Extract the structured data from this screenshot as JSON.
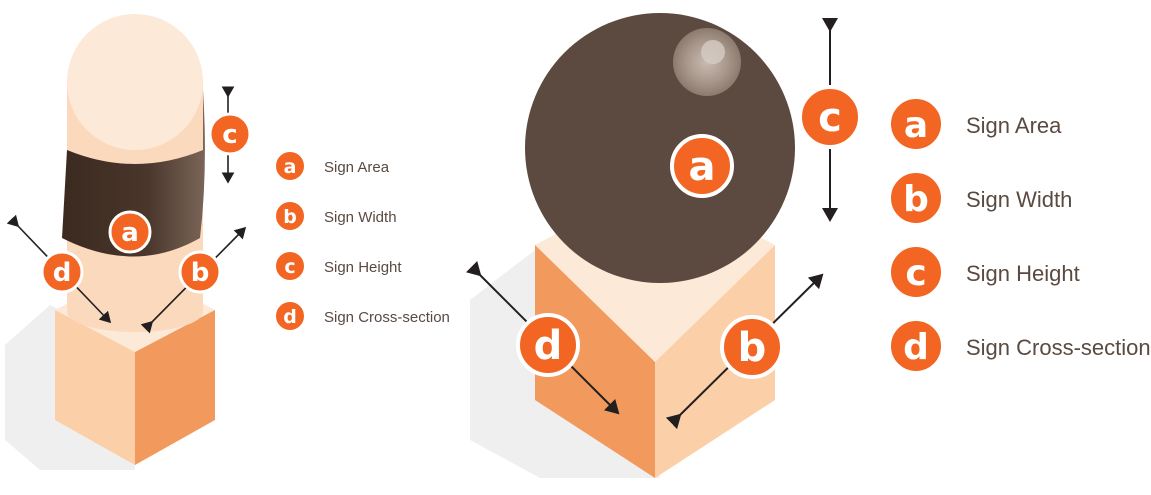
{
  "colors": {
    "badge_ring": "#f26522",
    "badge_fill": "#f26522",
    "badge_text": "#ffffff",
    "sign_dark": "#5c4a41",
    "post_light": "#fde9d8",
    "post_mid": "#fbcfa8",
    "post_dark": "#f29a5e",
    "shadow": "#efefef",
    "legend_text": "#5a4a40",
    "arrow": "#231f20"
  },
  "left_figure": {
    "markers": {
      "a": "a",
      "b": "b",
      "c": "c",
      "d": "d"
    },
    "legend": [
      {
        "key": "a",
        "label": "Sign Area"
      },
      {
        "key": "b",
        "label": "Sign Width"
      },
      {
        "key": "c",
        "label": "Sign Height"
      },
      {
        "key": "d",
        "label": "Sign Cross-section"
      }
    ]
  },
  "right_figure": {
    "markers": {
      "a": "a",
      "b": "b",
      "c": "c",
      "d": "d"
    },
    "legend": [
      {
        "key": "a",
        "label": "Sign Area"
      },
      {
        "key": "b",
        "label": "Sign Width"
      },
      {
        "key": "c",
        "label": "Sign Height"
      },
      {
        "key": "d",
        "label": "Sign Cross-section"
      }
    ]
  }
}
